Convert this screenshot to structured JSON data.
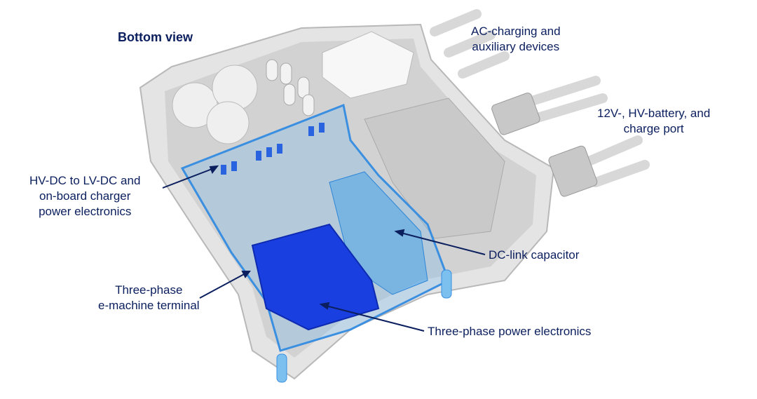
{
  "title": "Bottom view",
  "labels": {
    "ac_charging": [
      "AC-charging and",
      "auxiliary devices"
    ],
    "battery_port": [
      "12V-, HV-battery, and",
      "charge port"
    ],
    "hvdc_lvdc": [
      "HV-DC to LV-DC and",
      "on-board charger",
      "power electronics"
    ],
    "dc_link": "DC-link capacitor",
    "emachine_terminal": [
      "Three-phase",
      "e-machine terminal"
    ],
    "power_electronics": "Three-phase power electronics"
  },
  "colors": {
    "text": "#0b1f5e",
    "highlight": "#1a3fe0",
    "transparent_blue": "#4aa3e8",
    "housing": "#e6e6e6"
  }
}
